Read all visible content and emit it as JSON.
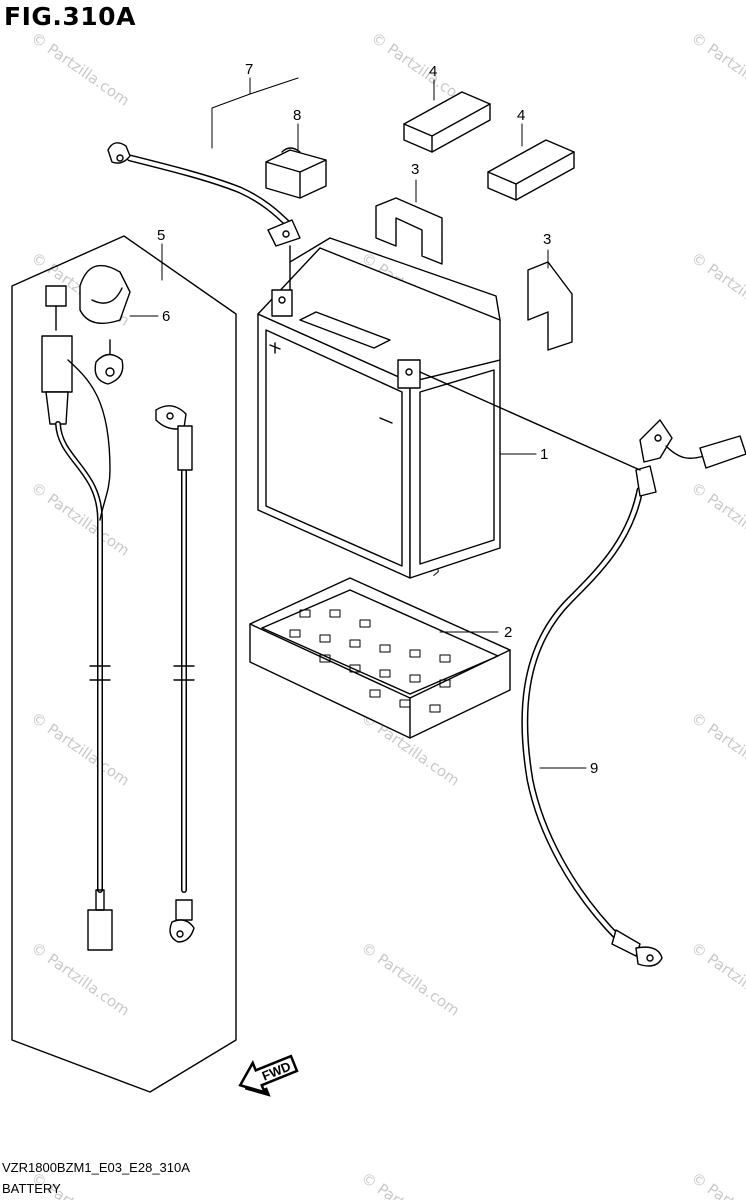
{
  "figure": {
    "title": "FIG.310A",
    "model_code": "VZR1800BZM1_E03_E28_310A",
    "caption": "BATTERY"
  },
  "callouts": [
    "1",
    "2",
    "3",
    "3",
    "4",
    "4",
    "5",
    "6",
    "7",
    "8",
    "9"
  ],
  "direction_arrow": {
    "label": "FWD",
    "icon": "forward-arrow-icon"
  },
  "watermark": {
    "text": "© Partzilla.com"
  }
}
